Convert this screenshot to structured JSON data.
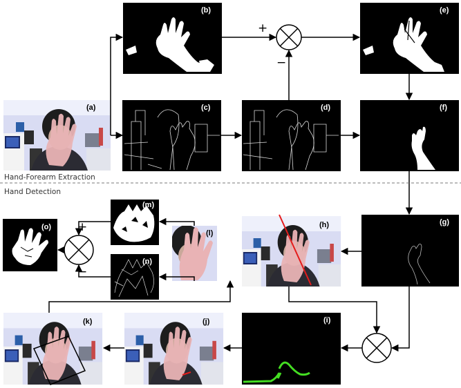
{
  "sections": {
    "top": "Hand-Forearm Extraction",
    "bottom": "Hand Detection"
  },
  "panels": {
    "a": "(a)",
    "b": "(b)",
    "c": "(c)",
    "d": "(d)",
    "e": "(e)",
    "f": "(f)",
    "g": "(g)",
    "h": "(h)",
    "i": "(i)",
    "j": "(j)",
    "k": "(k)",
    "l": "(l)",
    "m": "(m)",
    "n": "(n)",
    "o": "(o)"
  },
  "signs": {
    "be_plus": "+",
    "be_minus": "−",
    "mn_plus": "+",
    "mn_minus": "−"
  },
  "colors": {
    "line": "#000000",
    "photo_bg": "#cfd4ee",
    "dashed_separator": "#777777",
    "regression_line": "#e51b1b",
    "curve_green": "#44dd22"
  }
}
